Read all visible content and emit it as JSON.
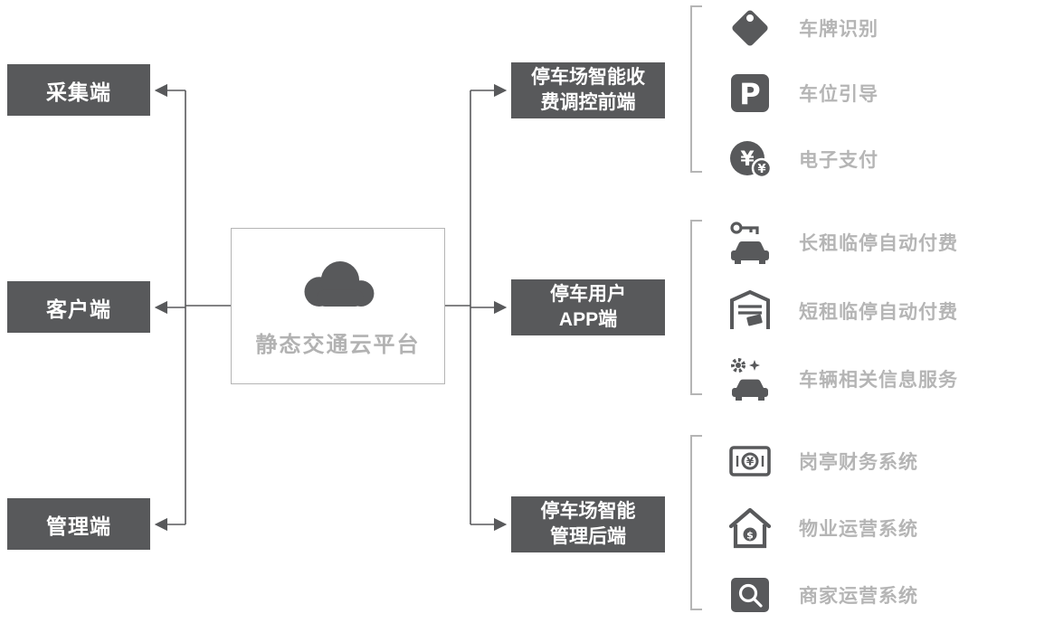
{
  "palette": {
    "node_bg": "#58595b",
    "node_text": "#ffffff",
    "line_color": "#58595b",
    "bracket_color": "#b5b5b5",
    "muted_text": "#b2b2b2",
    "icon_color": "#58595b",
    "center_border": "#b5b5b5"
  },
  "center": {
    "label": "静态交通云平台"
  },
  "left_nodes": [
    {
      "label": "采集端"
    },
    {
      "label": "客户端"
    },
    {
      "label": "管理端"
    }
  ],
  "right_nodes": [
    {
      "label": "停车场智能收费调控前端",
      "lines": [
        "停车场智能收",
        "费调控前端"
      ]
    },
    {
      "label": "停车用户APP端",
      "lines": [
        "停车用户",
        "APP端"
      ]
    },
    {
      "label": "停车场智能管理后端",
      "lines": [
        "停车场智能",
        "管理后端"
      ]
    }
  ],
  "groups": [
    {
      "items": [
        {
          "icon": "tag-icon",
          "label": "车牌识别"
        },
        {
          "icon": "parking-icon",
          "label": "车位引导"
        },
        {
          "icon": "epay-icon",
          "label": "电子支付"
        }
      ]
    },
    {
      "items": [
        {
          "icon": "car-key-icon",
          "label": "长租临停自动付费"
        },
        {
          "icon": "garage-icon",
          "label": "短租临停自动付费"
        },
        {
          "icon": "car-service-icon",
          "label": "车辆相关信息服务"
        }
      ]
    },
    {
      "items": [
        {
          "icon": "finance-icon",
          "label": "岗亭财务系统"
        },
        {
          "icon": "property-icon",
          "label": "物业运营系统"
        },
        {
          "icon": "merchant-icon",
          "label": "商家运营系统"
        }
      ]
    }
  ],
  "connections": [
    {
      "from": "静态交通云平台",
      "to": "采集端"
    },
    {
      "from": "静态交通云平台",
      "to": "客户端"
    },
    {
      "from": "静态交通云平台",
      "to": "管理端"
    },
    {
      "from": "静态交通云平台",
      "to": "停车场智能收费调控前端"
    },
    {
      "from": "静态交通云平台",
      "to": "停车用户APP端"
    },
    {
      "from": "静态交通云平台",
      "to": "停车场智能管理后端"
    }
  ]
}
